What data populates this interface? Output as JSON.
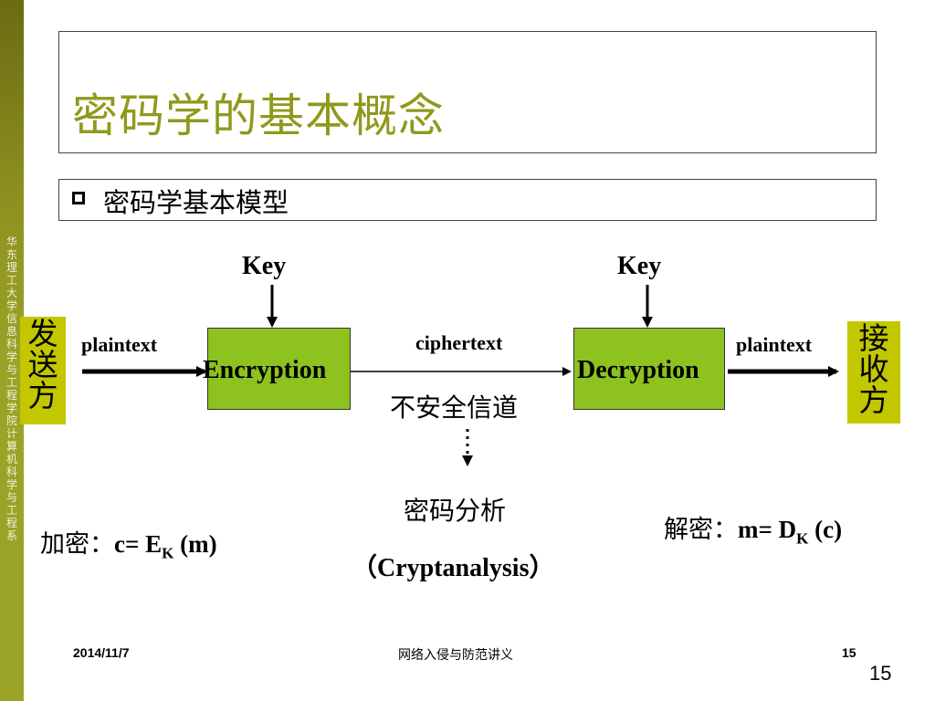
{
  "slide": {
    "title": "密码学的基本概念",
    "bullet": "密码学基本模型",
    "sidebar_text": "华东理工大学信息科学与工程学院计算机科学与工程系"
  },
  "diagram": {
    "key_left": "Key",
    "key_right": "Key",
    "sender": "发送方",
    "receiver": "接收方",
    "plaintext_left": "plaintext",
    "plaintext_right": "plaintext",
    "ciphertext": "ciphertext",
    "encryption": "Encryption",
    "decryption": "Decryption",
    "channel": "不安全信道",
    "cryptanalysis_cn": "密码分析",
    "cryptanalysis_en": "（Cryptanalysis）"
  },
  "formulas": {
    "enc_prefix": "加密：",
    "enc_lhs": "c= E",
    "enc_sub": "K",
    "enc_rhs": " (m)",
    "dec_prefix": "解密：",
    "dec_lhs": "m= D",
    "dec_sub": "K",
    "dec_rhs": " (c)"
  },
  "footer": {
    "date": "2014/11/7",
    "center": "网络入侵与防范讲义",
    "page_bold": "15",
    "page_number": "15"
  },
  "colors": {
    "title": "#8f9a1c",
    "sidebar": "#9aa325",
    "side_box": "#c2c700",
    "process_box": "#8dc21f"
  }
}
